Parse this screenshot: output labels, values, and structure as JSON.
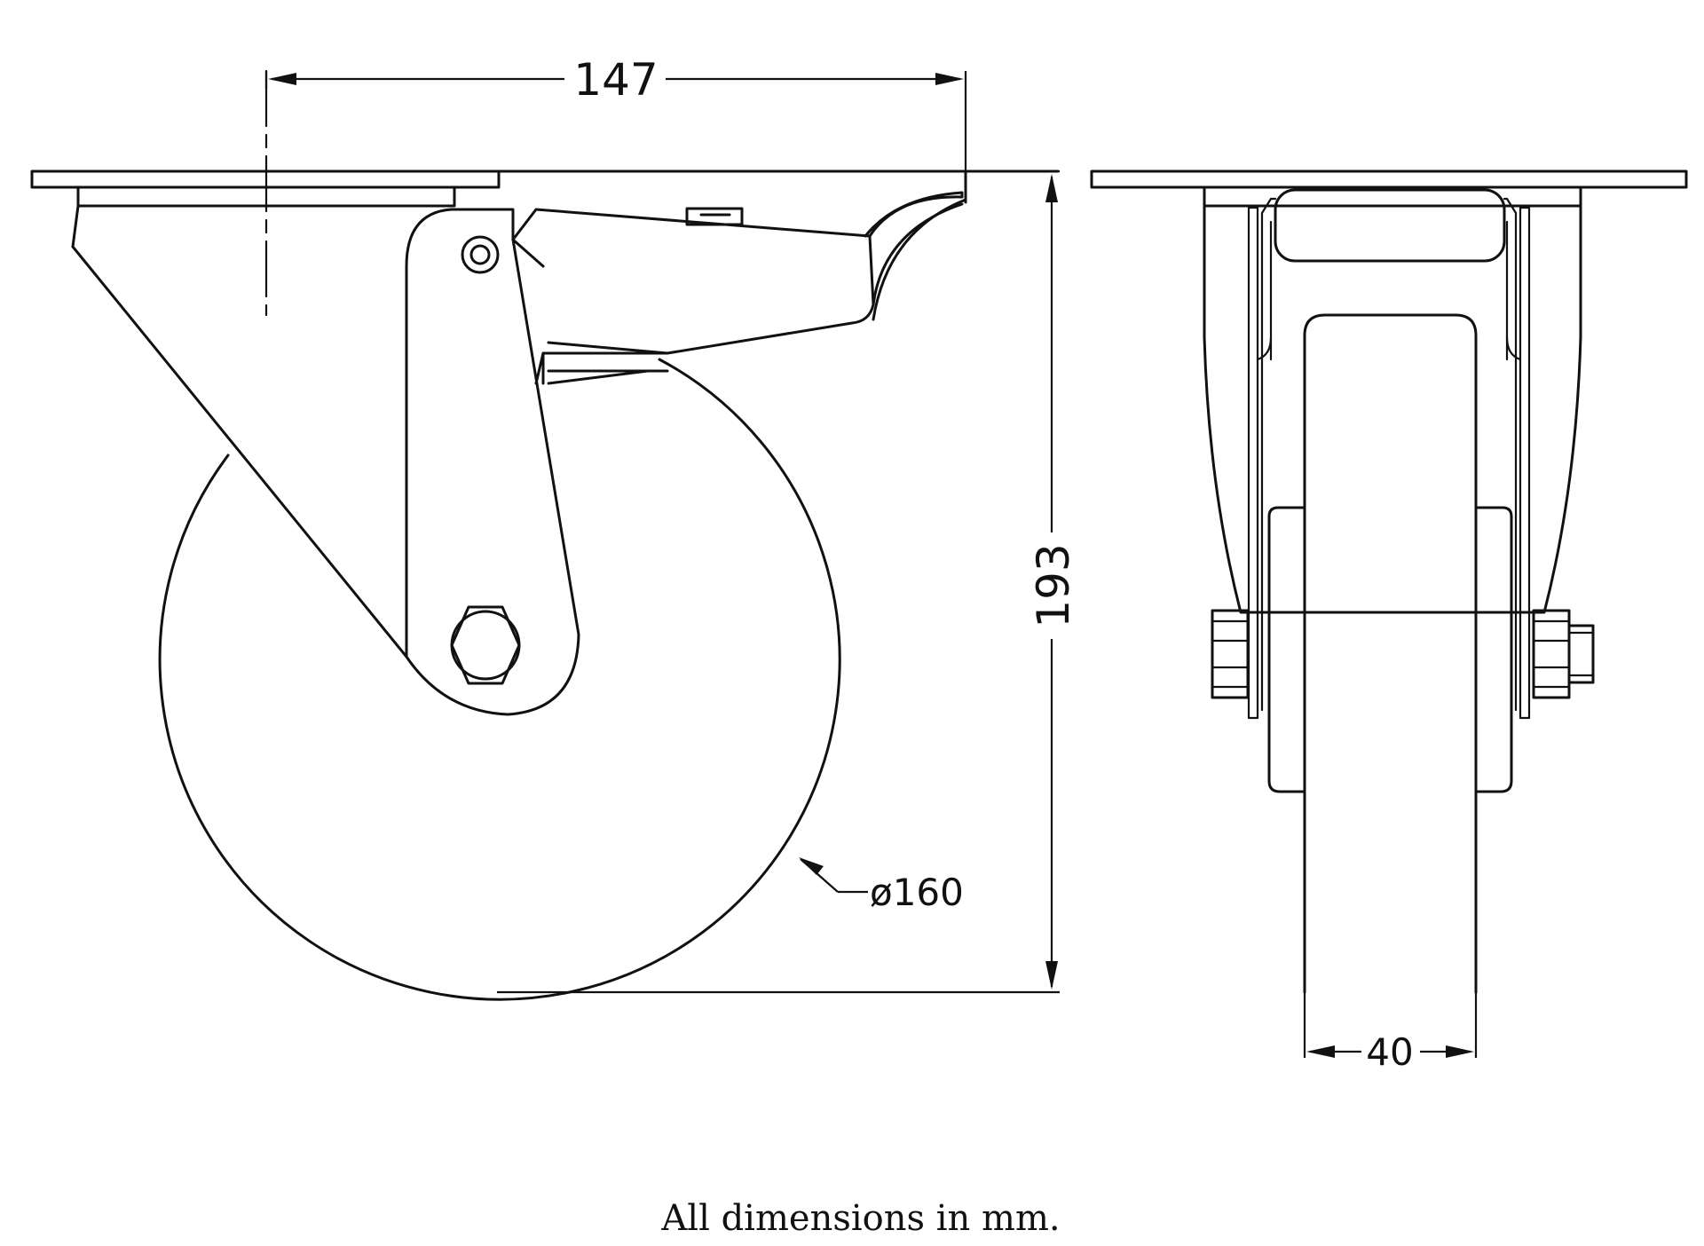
{
  "dimensions": {
    "offset": "147",
    "height": "193",
    "wheel_diameter": "ø160",
    "wheel_width": "40"
  },
  "footer_note": "All dimensions in mm."
}
